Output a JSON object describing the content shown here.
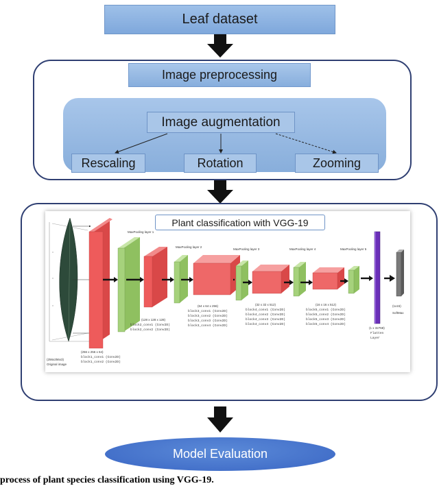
{
  "flow": {
    "leaf_dataset": "Leaf dataset",
    "image_preprocessing": "Image preprocessing",
    "image_augmentation": "Image augmentation",
    "rescaling": "Rescaling",
    "rotation": "Rotation",
    "zooming": "Zooming",
    "model_evaluation": "Model Evaluation"
  },
  "vgg": {
    "title": "Plant classification with VGG-19",
    "pool1": "MaxPooling layer 1",
    "pool2": "MaxPooling layer 2",
    "pool3": "MaxPooling layer 3",
    "pool4": "MaxPooling layer 4",
    "pool5": "MaxPooling layer 5",
    "input_dim": "(256x256x3)",
    "input_label": "Original image",
    "b1_dim": "(256 x 256 x 64)",
    "b1_l1": "block1_conv1  (Conv2D)",
    "b1_l2": "block1_conv2  (Conv2D)",
    "b2_dim": "(128 x 128 x 128)",
    "b2_l1": "block2_conv1  (Conv2D)",
    "b2_l2": "block2_conv2  (Conv2D)",
    "b3_dim": "(64 x 64 x 256)",
    "b3_l1": "block3_conv1  (Conv2D)",
    "b3_l2": "block3_conv2  (Conv2D)",
    "b3_l3": "block3_conv3  (Conv2D)",
    "b3_l4": "block3_conv4  (Conv2D)",
    "b4_dim": "(32 x 32 x 512)",
    "b4_l1": "block4_conv1  (Conv2D)",
    "b4_l2": "block4_conv2  (Conv2D)",
    "b4_l3": "block4_conv3  (Conv2D)",
    "b4_l4": "block4_conv4  (Conv2D)",
    "b5_dim": "(16 x 16 x 512)",
    "b5_l1": "block5_conv1  (Conv2D)",
    "b5_l2": "block5_conv2  (Conv2D)",
    "b5_l3": "block5_conv3  (Conv2D)",
    "b5_l4": "block5_conv4  (Conv2D)",
    "flatten_dim": "(1 x 32768)",
    "flatten_l1": "Flatten",
    "flatten_l2": "Layer",
    "out_dim": "(1x15)",
    "out_label": "SoftMax"
  },
  "caption": "process of plant species classification using VGG-19.",
  "colors": {
    "box_blue": "#9ec0e8",
    "panel_border": "#2f3f72",
    "conv_red": "#ee5b5b",
    "pool_green": "#a6d27c",
    "flatten_purple": "#6a2fb8",
    "softmax_gray": "#7a7a7a",
    "ellipse_blue": "#4472c4"
  }
}
